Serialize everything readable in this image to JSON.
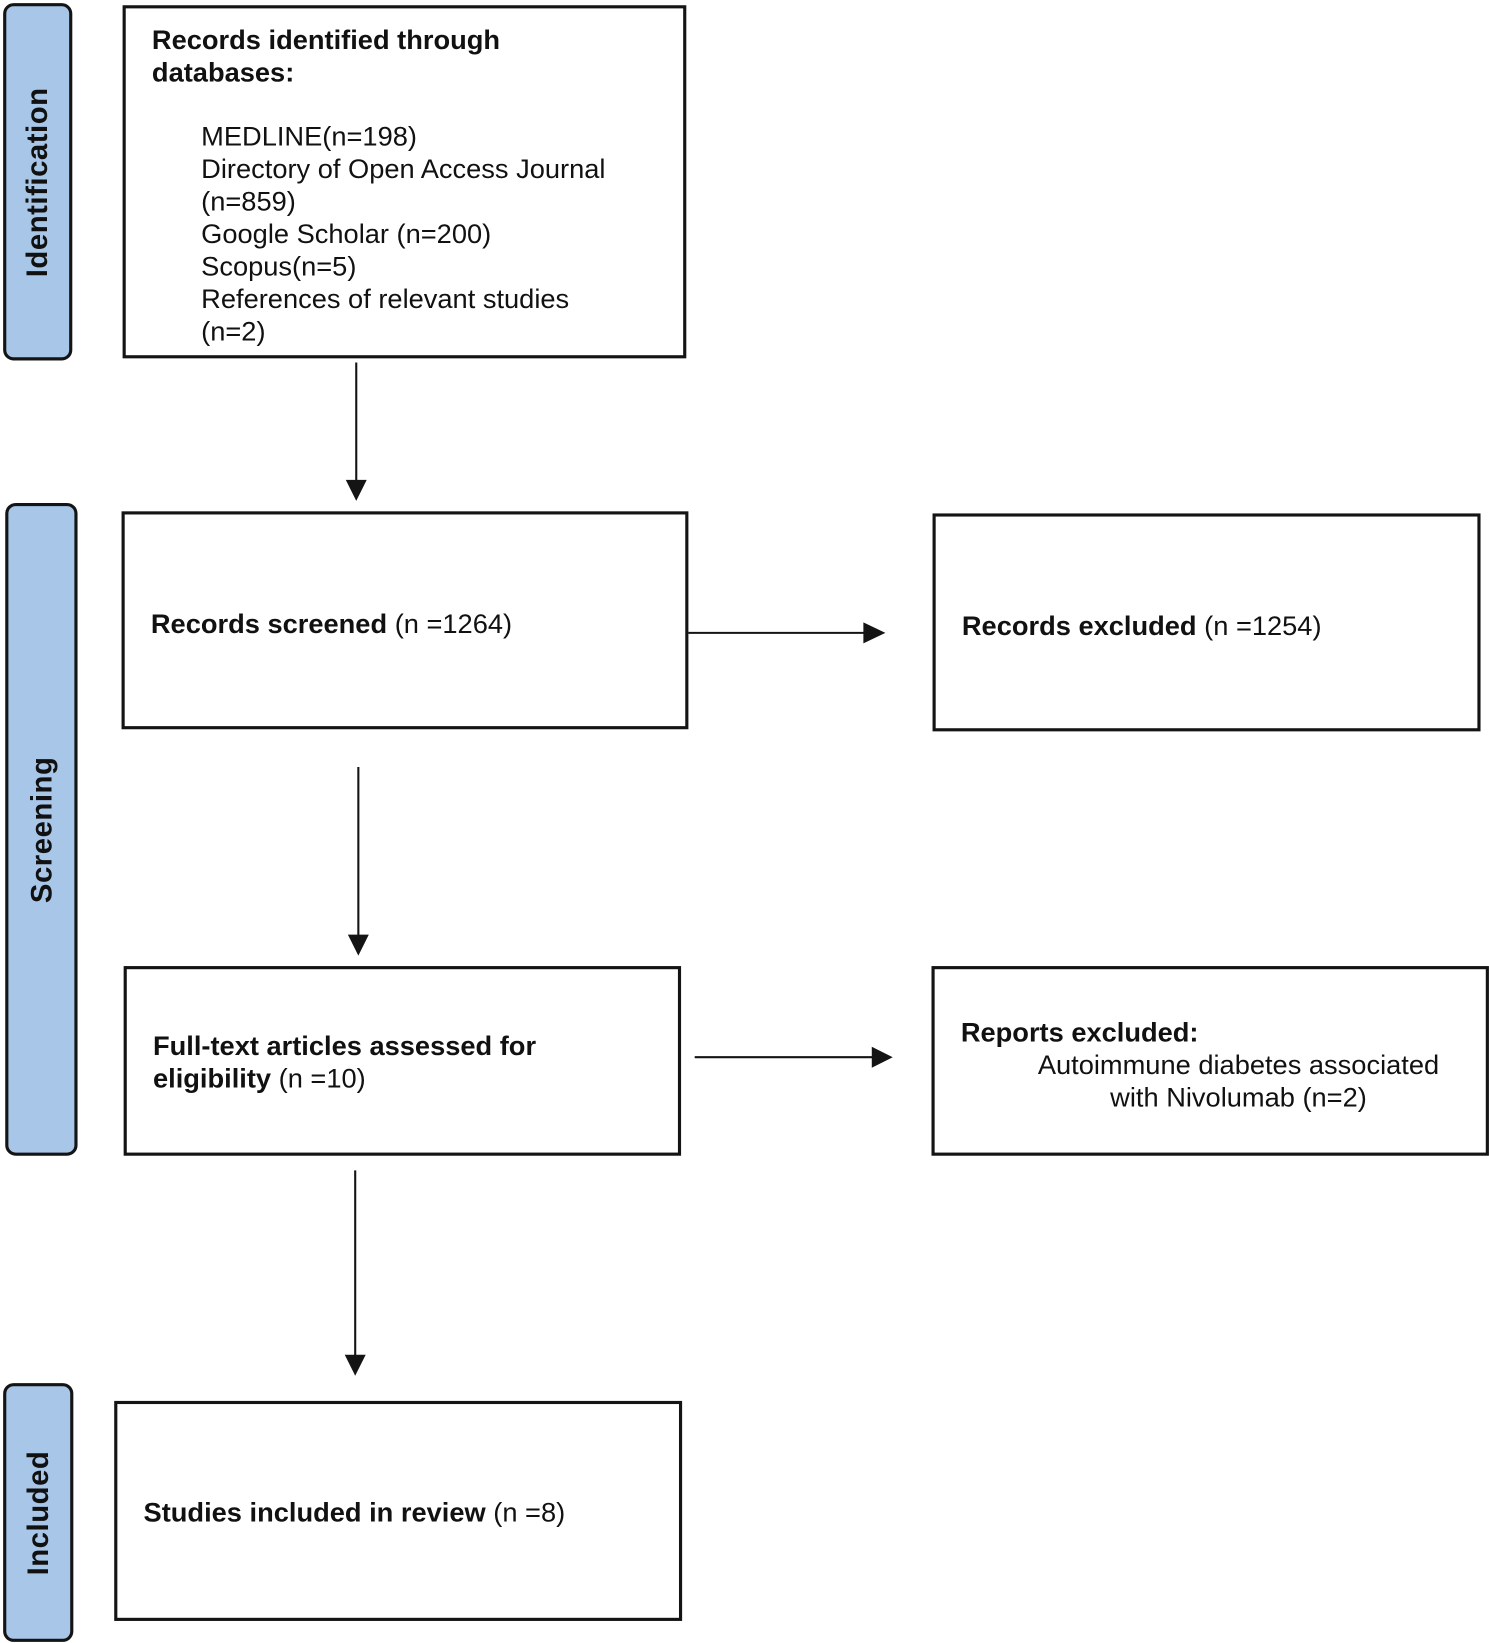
{
  "phases": {
    "identification": "Identification",
    "screening": "Screening",
    "included": "Included"
  },
  "identification_box": {
    "heading_line1": "Records identified through",
    "heading_line2": "databases:",
    "items": [
      "MEDLINE(n=198)",
      "Directory of Open Access Journal",
      "(n=859)",
      "Google Scholar (n=200)",
      "Scopus(n=5)",
      "References of relevant studies",
      "(n=2)"
    ]
  },
  "screened_box": {
    "label": "Records screened",
    "count": "(n =1264)"
  },
  "excluded_box": {
    "label": "Records excluded",
    "count": "(n =1254)"
  },
  "fulltext_box": {
    "label_line1": "Full-text articles assessed for",
    "label_line2": "eligibility",
    "count": "(n =10)"
  },
  "reports_excluded_box": {
    "heading": "Reports excluded:",
    "line1": "Autoimmune diabetes associated",
    "line2": "with Nivolumab (n=2)"
  },
  "included_box": {
    "label": "Studies included in review",
    "count": "(n =8)"
  }
}
